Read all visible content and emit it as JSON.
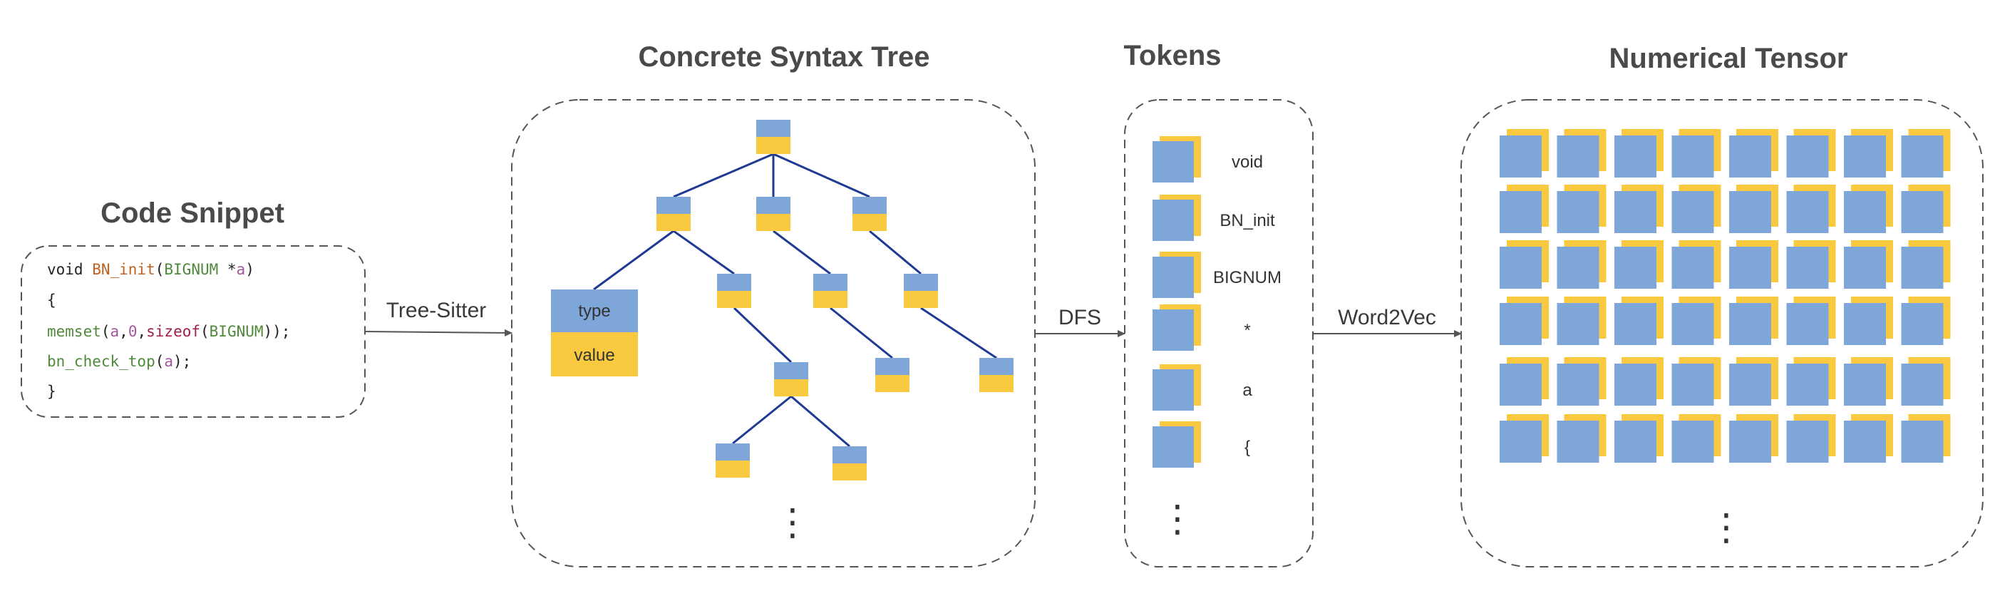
{
  "colors": {
    "blue": "#7ea6d9",
    "yellow": "#f9c93f",
    "tree_line": "#1f3a93",
    "dashed_border": "#555555",
    "title": "#4a4a4a",
    "code_default": "#222222",
    "code_function": "#c0611d",
    "code_type": "#4f8a3a",
    "code_keyword": "#a41e48",
    "code_param": "#a855a0"
  },
  "sections": {
    "code_snippet": {
      "title": "Code Snippet"
    },
    "cst": {
      "title": "Concrete Syntax Tree"
    },
    "tokens": {
      "title": "Tokens"
    },
    "tensor": {
      "title": "Numerical Tensor"
    }
  },
  "code": {
    "lines": [
      [
        {
          "t": "void ",
          "c": "code_default"
        },
        {
          "t": "BN_init",
          "c": "code_function"
        },
        {
          "t": "(",
          "c": "code_default"
        },
        {
          "t": "BIGNUM",
          "c": "code_type"
        },
        {
          "t": " *",
          "c": "code_default"
        },
        {
          "t": "a",
          "c": "code_param"
        },
        {
          "t": ")",
          "c": "code_default"
        }
      ],
      [
        {
          "t": "{",
          "c": "code_default"
        }
      ],
      [
        {
          "t": "    ",
          "c": "code_default"
        },
        {
          "t": "memset",
          "c": "code_type"
        },
        {
          "t": "(",
          "c": "code_default"
        },
        {
          "t": "a",
          "c": "code_param"
        },
        {
          "t": ",",
          "c": "code_default"
        },
        {
          "t": "0",
          "c": "code_param"
        },
        {
          "t": ",",
          "c": "code_default"
        },
        {
          "t": "sizeof",
          "c": "code_keyword"
        },
        {
          "t": "(",
          "c": "code_default"
        },
        {
          "t": "BIGNUM",
          "c": "code_type"
        },
        {
          "t": "));",
          "c": "code_default"
        }
      ],
      [
        {
          "t": "    ",
          "c": "code_default"
        },
        {
          "t": "bn_check_top",
          "c": "code_type"
        },
        {
          "t": "(",
          "c": "code_default"
        },
        {
          "t": "a",
          "c": "code_param"
        },
        {
          "t": ");",
          "c": "code_default"
        }
      ],
      [
        {
          "t": "}",
          "c": "code_default"
        }
      ]
    ]
  },
  "arrows": {
    "tree_sitter": "Tree-Sitter",
    "dfs": "DFS",
    "word2vec": "Word2Vec"
  },
  "cst_node_legend": {
    "type": "type",
    "value": "value"
  },
  "tokens": [
    "void",
    "BN_init",
    "BIGNUM",
    "*",
    "a",
    "{"
  ],
  "ellipsis": "⋮",
  "tensor": {
    "rows": 6,
    "cols": 8
  }
}
